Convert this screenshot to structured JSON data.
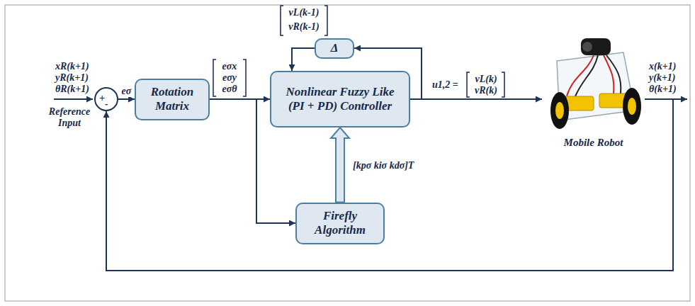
{
  "diagram": {
    "nodes": [
      {
        "text": [
          "+",
          "-"
        ]
      },
      {
        "text": [
          "Rotation Matrix"
        ]
      },
      {
        "text": [
          "Δ"
        ]
      },
      {
        "text": [
          "Nonlinear Fuzzy Like (PI + PD) Controller"
        ]
      },
      {
        "text": [
          "Firefly Algorithm"
        ]
      },
      {
        "text": [
          "Mobile Robot"
        ]
      }
    ],
    "edges": [
      {
        "from": 0,
        "to": 1,
        "arrow": "to",
        "label": "eσ"
      },
      {
        "from": 1,
        "to": 3,
        "arrow": "to"
      },
      {
        "from": 1,
        "to": 4,
        "arrow": "to"
      },
      {
        "from": 4,
        "to": 3,
        "arrow": "to"
      },
      {
        "from": 3,
        "to": 2,
        "arrow": "to"
      },
      {
        "from": 2,
        "to": 3,
        "arrow": "to"
      },
      {
        "from": 3,
        "to": 5,
        "arrow": "to"
      },
      {
        "from": 5,
        "to": 0,
        "arrow": "to"
      }
    ],
    "labels": [
      "xR(k+1)",
      "yR(k+1)",
      "θR(k+1)",
      "Reference Input",
      "eσx",
      "eσy",
      "eσθ",
      "vL(k-1)",
      "vR(k-1)",
      "[kpσ kiσ kdσ]T",
      "u1,2 =",
      "vL(k)",
      "vR(k)",
      "x(k+1)",
      "y(k+1)",
      "θ(k+1)"
    ]
  }
}
